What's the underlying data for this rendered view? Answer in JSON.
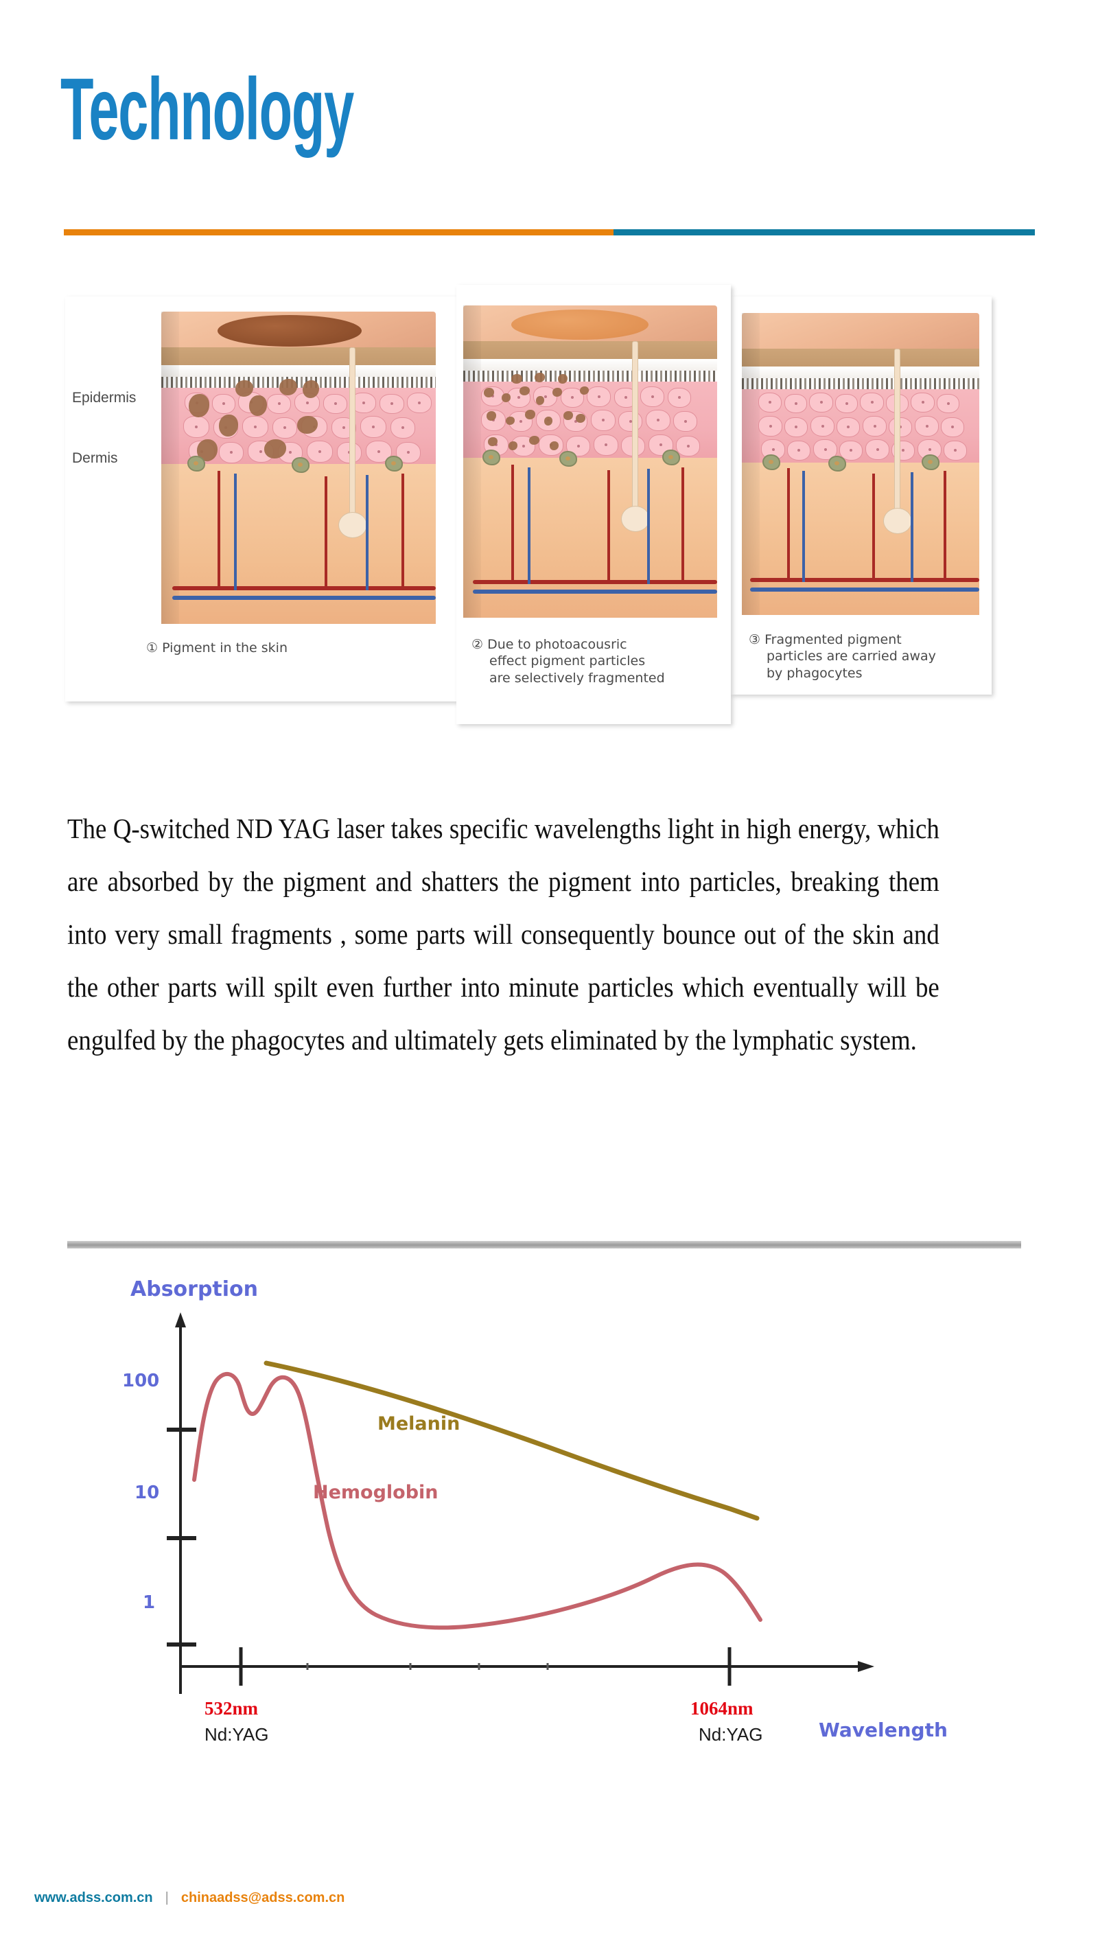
{
  "header": {
    "title": "Technology",
    "rule_colors": {
      "left": "#E8820C",
      "right": "#0E7BA0"
    },
    "title_color": "#1A82C4"
  },
  "diagram": {
    "side_labels": {
      "epidermis": "Epidermis",
      "dermis": "Dermis"
    },
    "panels": [
      {
        "number": "1",
        "number_glyph": "①",
        "caption": "Pigment in the skin"
      },
      {
        "number": "2",
        "number_glyph": "②",
        "caption": "Due to photoacousric effect pigment particles are selectively fragmented",
        "caption_lines": [
          "Due to photoacousric",
          "effect pigment particles",
          "are selectively fragmented"
        ]
      },
      {
        "number": "3",
        "number_glyph": "③",
        "caption": "Fragmented pigment particles are carried away by phagocytes",
        "caption_lines": [
          "Fragmented pigment",
          "particles are carried away",
          "by phagocytes"
        ]
      }
    ]
  },
  "body": {
    "paragraph": "The Q-switched ND YAG laser takes specific wavelengths light in high energy, which are absorbed by the pigment and shatters the pigment into particles, breaking them into very small fragments , some parts will consequently bounce out of the skin and the other parts will spilt even further into minute particles which eventually will be engulfed by the phagocytes and ultimately gets eliminated by the lymphatic system."
  },
  "chart_data": {
    "type": "line",
    "title": "",
    "ylabel": "Absorption",
    "xlabel": "Wavelength",
    "ylabel_color": "#5F6AD6",
    "xlabel_color": "#5F6AD6",
    "ytick_labels": [
      "100",
      "10",
      "1"
    ],
    "ytick_color": "#5F6AD6",
    "yscale": "log",
    "grid": false,
    "legend": "inline-annotations",
    "x_markers": [
      {
        "label": "532nm",
        "sub": "Nd:YAG",
        "color": "#E30613"
      },
      {
        "label": "1064nm",
        "sub": "Nd:YAG",
        "color": "#E30613"
      }
    ],
    "series": [
      {
        "name": "Melanin",
        "color": "#9A7B1E",
        "label_color": "#9A7B1E",
        "description": "Monotonically decreasing absorption from roughly 300 down to 30 across the visible to near-IR range",
        "x": [
          430,
          520,
          620,
          720,
          820,
          920,
          1000,
          1100
        ],
        "y": [
          300,
          250,
          190,
          140,
          105,
          75,
          58,
          42
        ]
      },
      {
        "name": "Hemoglobin",
        "color": "#C4636B",
        "label_color": "#C4636B",
        "description": "Double-peaked near 540-580nm at about 150, steep fall to a minimum near 1.3, then a broad shallow rise peaking near 3 around 950nm",
        "x": [
          400,
          420,
          450,
          480,
          510,
          540,
          580,
          620,
          660,
          700,
          760,
          830,
          900,
          950,
          1000,
          1050
        ],
        "y": [
          20,
          60,
          150,
          145,
          110,
          140,
          150,
          40,
          6,
          2.2,
          1.3,
          1.4,
          2.0,
          2.8,
          3.0,
          2.4
        ]
      }
    ],
    "annotations": [
      {
        "text": "Melanin",
        "series": "Melanin"
      },
      {
        "text": "Hemoglobin",
        "series": "Hemoglobin"
      }
    ]
  },
  "footer": {
    "website": "www.adss.com.cn",
    "separator": "|",
    "email": "chinaadss@adss.com.cn",
    "website_color": "#0E7BA0",
    "email_color": "#E8820C"
  }
}
